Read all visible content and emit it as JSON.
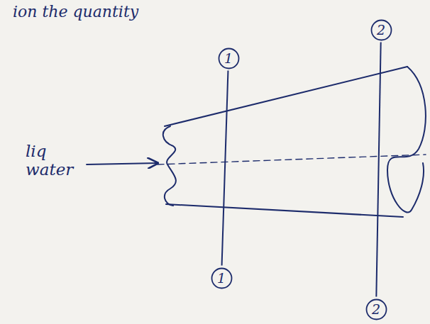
{
  "diagram": {
    "nodes": [
      {
        "text": [
          "2"
        ]
      },
      {
        "text": [
          "1"
        ]
      },
      {
        "text": [
          "1"
        ]
      },
      {
        "text": [
          "2"
        ]
      }
    ],
    "edges": [
      {
        "from": 1,
        "to": 2,
        "arrow": "none"
      },
      {
        "from": 0,
        "to": 3,
        "arrow": "none"
      }
    ],
    "labels": [
      "ion the quantity",
      "liq water"
    ]
  }
}
